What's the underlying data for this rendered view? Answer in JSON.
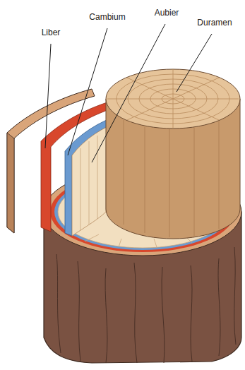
{
  "diagram": {
    "labels": [
      "Liber",
      "Cambium",
      "Aubier",
      "Duramen"
    ]
  }
}
